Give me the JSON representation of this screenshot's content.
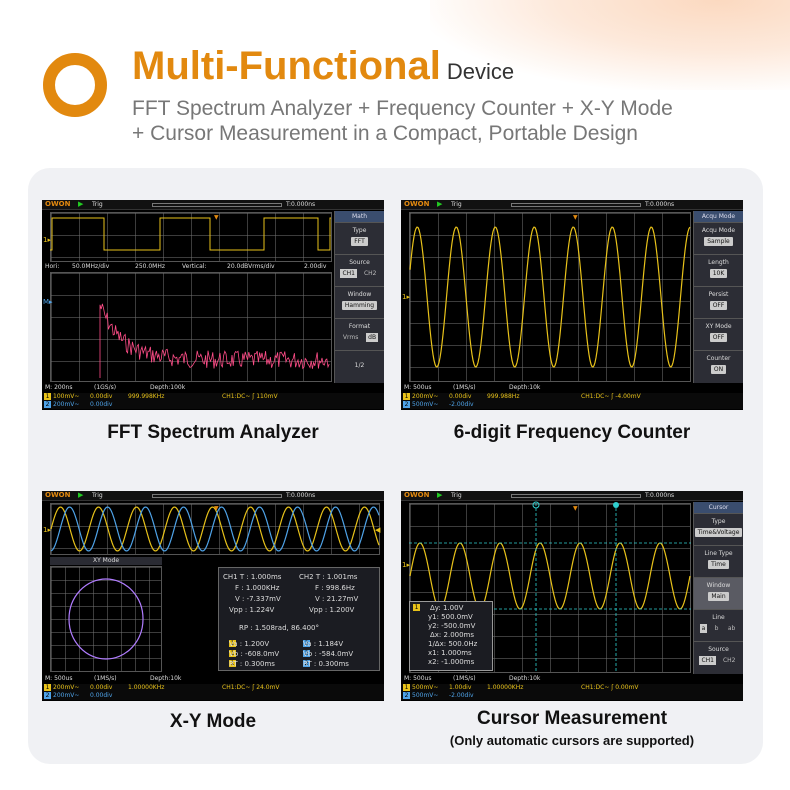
{
  "header": {
    "title_main": "Multi-Functional",
    "title_sub": "Device",
    "subtitle_line1": "FFT Spectrum Analyzer + Frequency Counter + X-Y Mode",
    "subtitle_line2": "+ Cursor Measurement in a Compact, Portable Design"
  },
  "colors": {
    "accent": "#e2890f",
    "ch1": "#e8c21a",
    "ch2": "#4fa3e8",
    "fft": "#ff4d88",
    "panel": "#f0f1f4"
  },
  "common": {
    "logo": "OWON",
    "trig": "Trig",
    "trig_time": "T:0.000ns"
  },
  "screens": {
    "fft": {
      "caption": "FFT Spectrum Analyzer",
      "menu_title": "Math",
      "menu": [
        {
          "label": "Type",
          "value": "FFT"
        },
        {
          "label": "Source",
          "opt1": "CH1",
          "opt2": "CH2"
        },
        {
          "label": "Window",
          "value": "Hamming"
        },
        {
          "label": "Format",
          "opt1": "Vrms",
          "opt2": "dB"
        },
        {
          "label": "1/2"
        }
      ],
      "fft_info": {
        "hori": "Hori:",
        "hori_val": "50.0MHz/div",
        "freq": "250.0MHz",
        "vert": "Vertical:",
        "vert_val": "20.0dBVrms/div",
        "div": "2.00div"
      },
      "status": {
        "m": "M: 200ns",
        "rate": "(1GS/s)",
        "depth": "Depth:100k"
      },
      "ch1": {
        "scale": "100mV~",
        "pos": "0.00div",
        "freq": "999.998KHz",
        "trig": "CH1:DC~ ʃ 110mV"
      },
      "ch2": {
        "scale": "200mV~",
        "pos": "0.00div"
      }
    },
    "counter": {
      "caption": "6-digit Frequency Counter",
      "menu_title": "Acqu Mode",
      "menu": [
        {
          "label": "Acqu Mode",
          "value": "Sample"
        },
        {
          "label": "Length",
          "value": "10K"
        },
        {
          "label": "Persist",
          "value": "OFF"
        },
        {
          "label": "XY Mode",
          "value": "OFF"
        },
        {
          "label": "Counter",
          "value": "ON"
        }
      ],
      "status": {
        "m": "M: 500us",
        "rate": "(1MS/s)",
        "depth": "Depth:10k"
      },
      "ch1": {
        "scale": "200mV~",
        "pos": "0.00div",
        "freq": "999.988Hz",
        "trig": "CH1:DC~ ʃ -4.00mV"
      },
      "ch2": {
        "scale": "500mV~",
        "pos": "-2.00div"
      }
    },
    "xy": {
      "caption": "X-Y Mode",
      "xy_title": "XY Mode",
      "meas": {
        "ch1_t": "CH1  T : 1.000ms",
        "ch2_t": "CH2  T : 1.001ms",
        "ch1_f": "F : 1.000KHz",
        "ch2_f": "F : 998.6Hz",
        "ch1_v": "V : -7.337mV",
        "ch2_v": "V : 21.27mV",
        "ch1_vpp": "Vpp : 1.224V",
        "ch2_vpp": "Vpp : 1.200V",
        "rp": "RP : 1.508rad, 86.400°",
        "va1": "Va : 1.200V",
        "va2": "Va : 1.184V",
        "vb1": "Vb : -608.0mV",
        "vb2": "Vb : -584.0mV",
        "rt1": "RT : 0.300ms",
        "rt2": "RT : 0.300ms"
      },
      "status": {
        "m": "M: 500us",
        "rate": "(1MS/s)",
        "depth": "Depth:10k"
      },
      "ch1": {
        "scale": "200mV~",
        "pos": "0.00div",
        "freq": "1.00000KHz",
        "trig": "CH1:DC~ ʃ 24.0mV"
      },
      "ch2": {
        "scale": "200mV~",
        "pos": "0.00div"
      }
    },
    "cursor": {
      "caption": "Cursor Measurement",
      "note": "(Only automatic cursors are supported)",
      "menu_title": "Cursor",
      "menu": [
        {
          "label": "Type",
          "value": "Time&Voltage"
        },
        {
          "label": "Line Type",
          "value": "Time"
        },
        {
          "label": "Window",
          "value": "Main"
        },
        {
          "label": "Line",
          "opt1": "a",
          "opt2": "b",
          "opt3": "ab"
        },
        {
          "label": "Source",
          "opt1": "CH1",
          "opt2": "CH2"
        }
      ],
      "readout": [
        "Δy: 1.00V",
        "y1: 500.0mV",
        "y2: -500.0mV",
        "Δx: 2.000ms",
        "1/Δx: 500.0Hz",
        "x1: 1.000ms",
        "x2: -1.000ms"
      ],
      "status": {
        "m": "M: 500us",
        "rate": "(1MS/s)",
        "depth": "Depth:10k"
      },
      "ch1": {
        "scale": "500mV~",
        "pos": "1.00div",
        "freq": "1.00000KHz",
        "trig": "CH1:DC~ ʃ 0.00mV"
      },
      "ch2": {
        "scale": "500mV~",
        "pos": "-2.00div"
      }
    }
  }
}
